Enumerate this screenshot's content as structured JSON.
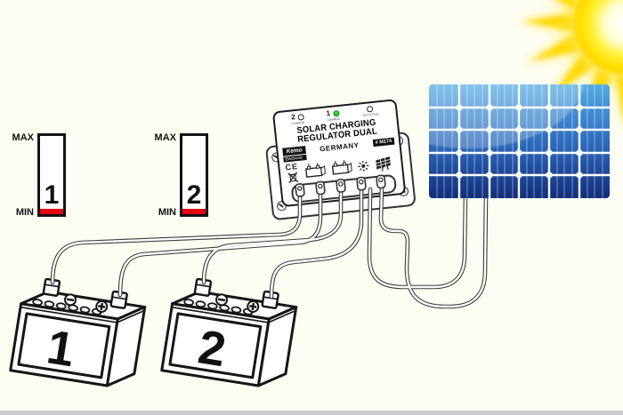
{
  "gauges": [
    {
      "number": "1",
      "max_label": "MAX",
      "min_label": "MIN",
      "fill_color": "#e60012",
      "fill_percent": 6
    },
    {
      "number": "2",
      "max_label": "MAX",
      "min_label": "MIN",
      "fill_color": "#e60012",
      "fill_percent": 6
    }
  ],
  "regulator": {
    "title_line1": "SOLAR CHARGING",
    "title_line2": "REGULATOR DUAL",
    "brand": "Kemo",
    "brand_sub": "Electronic",
    "country": "GERMANY",
    "model": "# M174",
    "ce_mark": "CE",
    "led_on_color": "#2fd32f",
    "leds": [
      {
        "label": "2",
        "caption": "CHARGE",
        "on": false
      },
      {
        "label": "1",
        "caption": "CHARGE",
        "on": true
      },
      {
        "label": "",
        "caption": "ACCU FULL",
        "on": false
      }
    ]
  },
  "batteries": [
    {
      "number": "1"
    },
    {
      "number": "2"
    }
  ],
  "solar_panel": {
    "columns": 6,
    "rows": 5,
    "color_top": "#54ace2",
    "color_mid": "#2e6cbe",
    "color_bottom": "#122e7c"
  },
  "sun": {
    "core_color": "#ffffff",
    "disc_color": "#ffd400",
    "ray_color": "#ffd800"
  }
}
